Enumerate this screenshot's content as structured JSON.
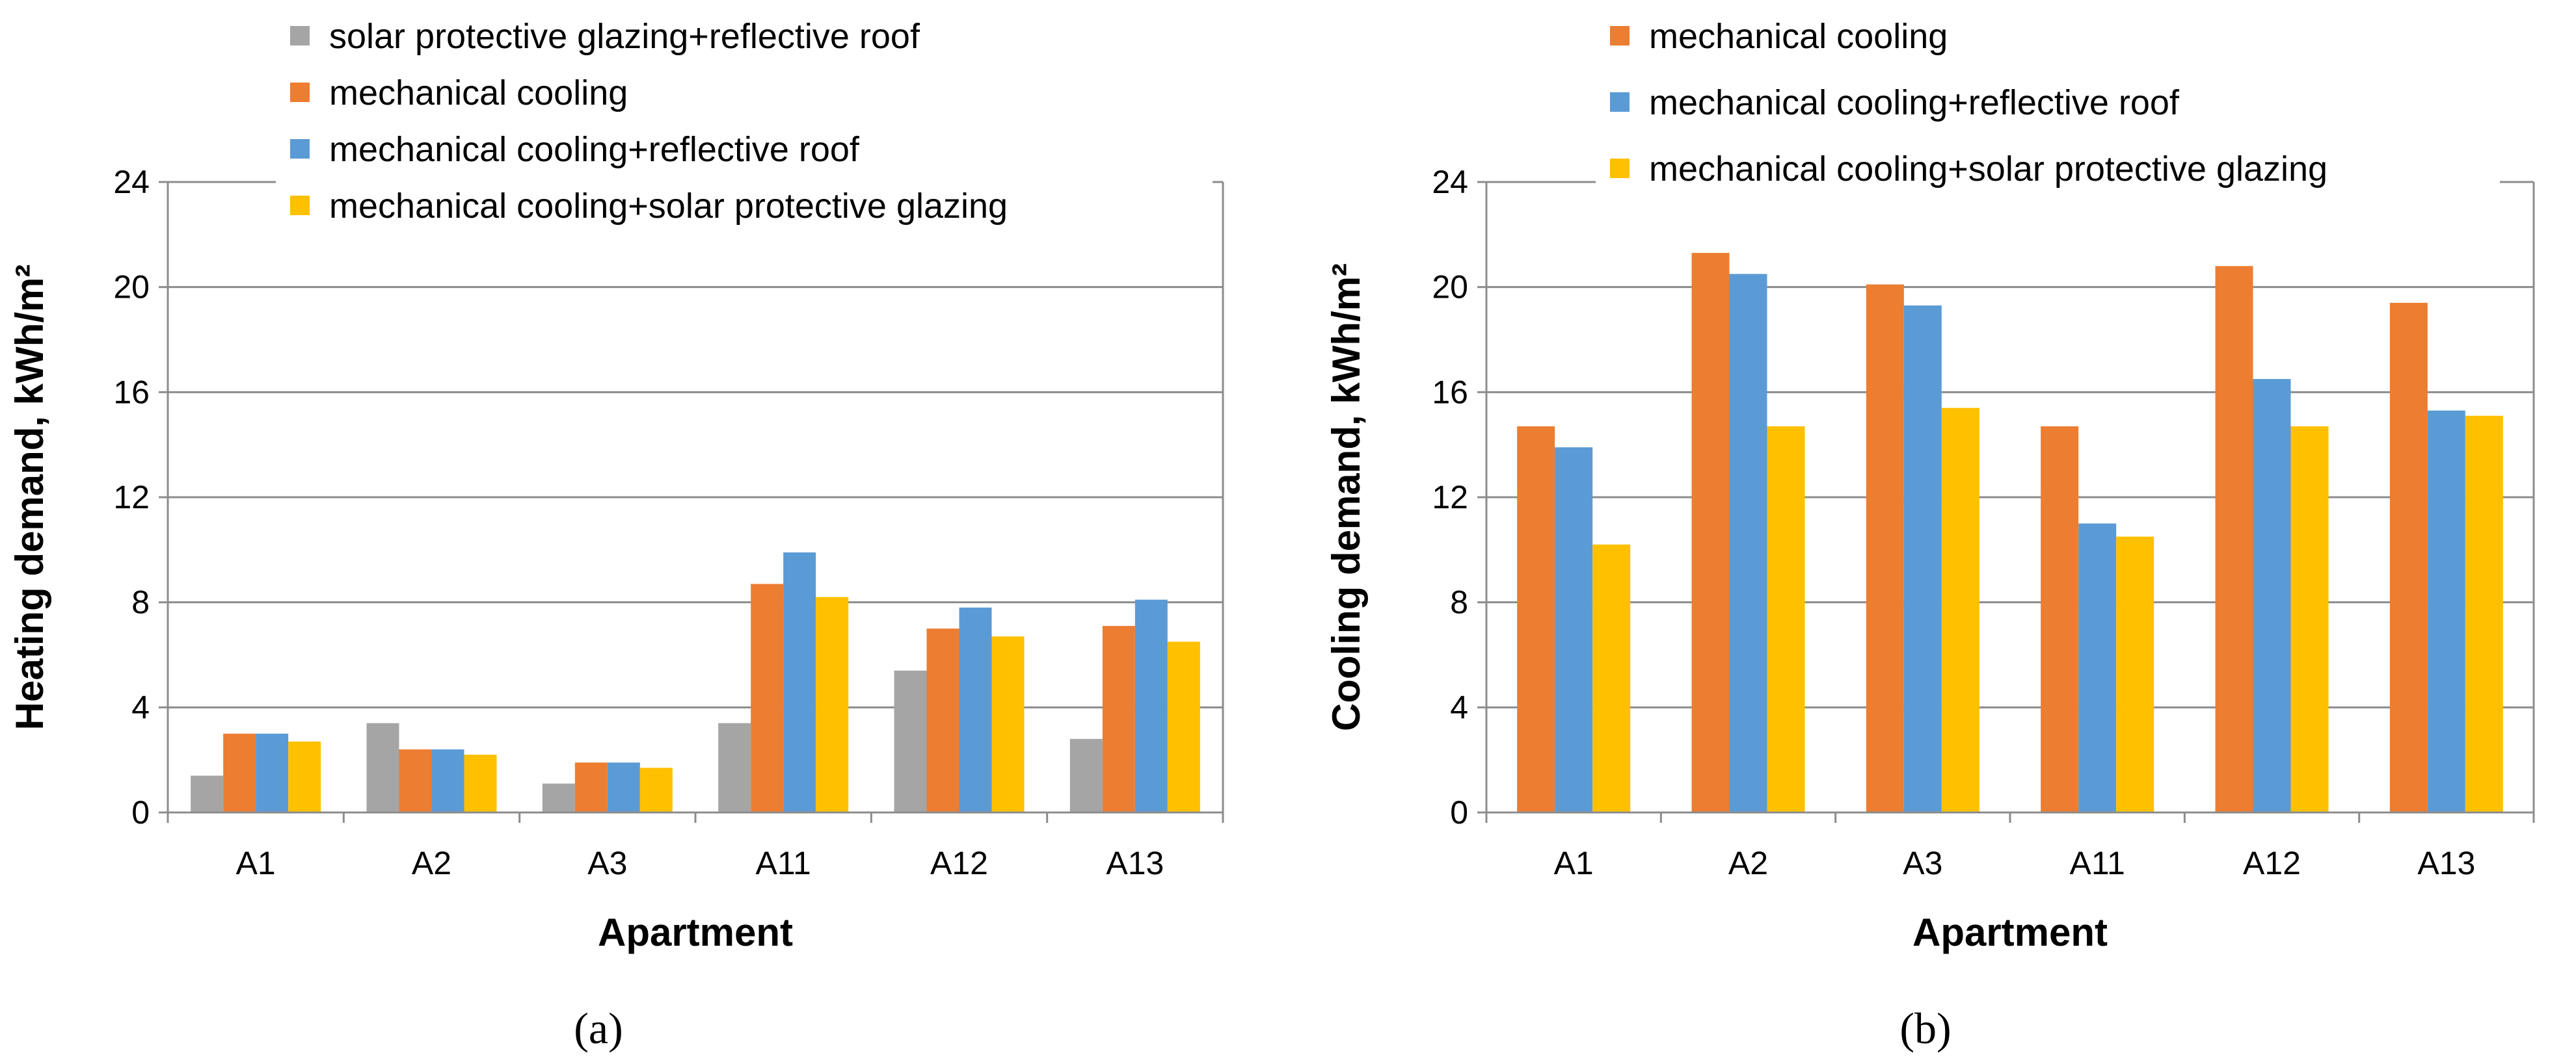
{
  "colors": {
    "grid": "#8c8c8c",
    "gray": "#a5a5a5",
    "orange": "#ed7d31",
    "blue": "#5b9bd5",
    "yellow": "#ffc000"
  },
  "chart_data": [
    {
      "type": "bar",
      "panel_label": "(a)",
      "ylabel": "Heating demand, kWh/m²",
      "xlabel": "Apartment",
      "ylim": [
        0,
        24
      ],
      "yticks": [
        "0",
        "4",
        "8",
        "12",
        "16",
        "20",
        "24"
      ],
      "grid": true,
      "legend_position": "top",
      "categories": [
        "A1",
        "A2",
        "A3",
        "A11",
        "A12",
        "A13"
      ],
      "series": [
        {
          "name": "solar protective glazing+reflective roof",
          "color": "#a5a5a5",
          "values": [
            1.4,
            3.4,
            1.1,
            3.4,
            5.4,
            2.8
          ]
        },
        {
          "name": "mechanical cooling",
          "color": "#ed7d31",
          "values": [
            3.0,
            2.4,
            1.9,
            8.7,
            7.0,
            7.1
          ]
        },
        {
          "name": "mechanical cooling+reflective roof",
          "color": "#5b9bd5",
          "values": [
            3.0,
            2.4,
            1.9,
            9.9,
            7.8,
            8.1
          ]
        },
        {
          "name": "mechanical cooling+solar protective glazing",
          "color": "#ffc000",
          "values": [
            2.7,
            2.2,
            1.7,
            8.2,
            6.7,
            6.5
          ]
        }
      ]
    },
    {
      "type": "bar",
      "panel_label": "(b)",
      "ylabel": "Cooling demand, kWh/m²",
      "xlabel": "Apartment",
      "ylim": [
        0,
        24
      ],
      "yticks": [
        "0",
        "4",
        "8",
        "12",
        "16",
        "20",
        "24"
      ],
      "grid": true,
      "legend_position": "top",
      "categories": [
        "A1",
        "A2",
        "A3",
        "A11",
        "A12",
        "A13"
      ],
      "series": [
        {
          "name": "mechanical cooling",
          "color": "#ed7d31",
          "values": [
            14.7,
            21.3,
            20.1,
            14.7,
            20.8,
            19.4
          ]
        },
        {
          "name": "mechanical cooling+reflective roof",
          "color": "#5b9bd5",
          "values": [
            13.9,
            20.5,
            19.3,
            11.0,
            16.5,
            15.3
          ]
        },
        {
          "name": "mechanical cooling+solar protective glazing",
          "color": "#ffc000",
          "values": [
            10.2,
            14.7,
            15.4,
            10.5,
            14.7,
            15.1
          ]
        }
      ]
    }
  ]
}
